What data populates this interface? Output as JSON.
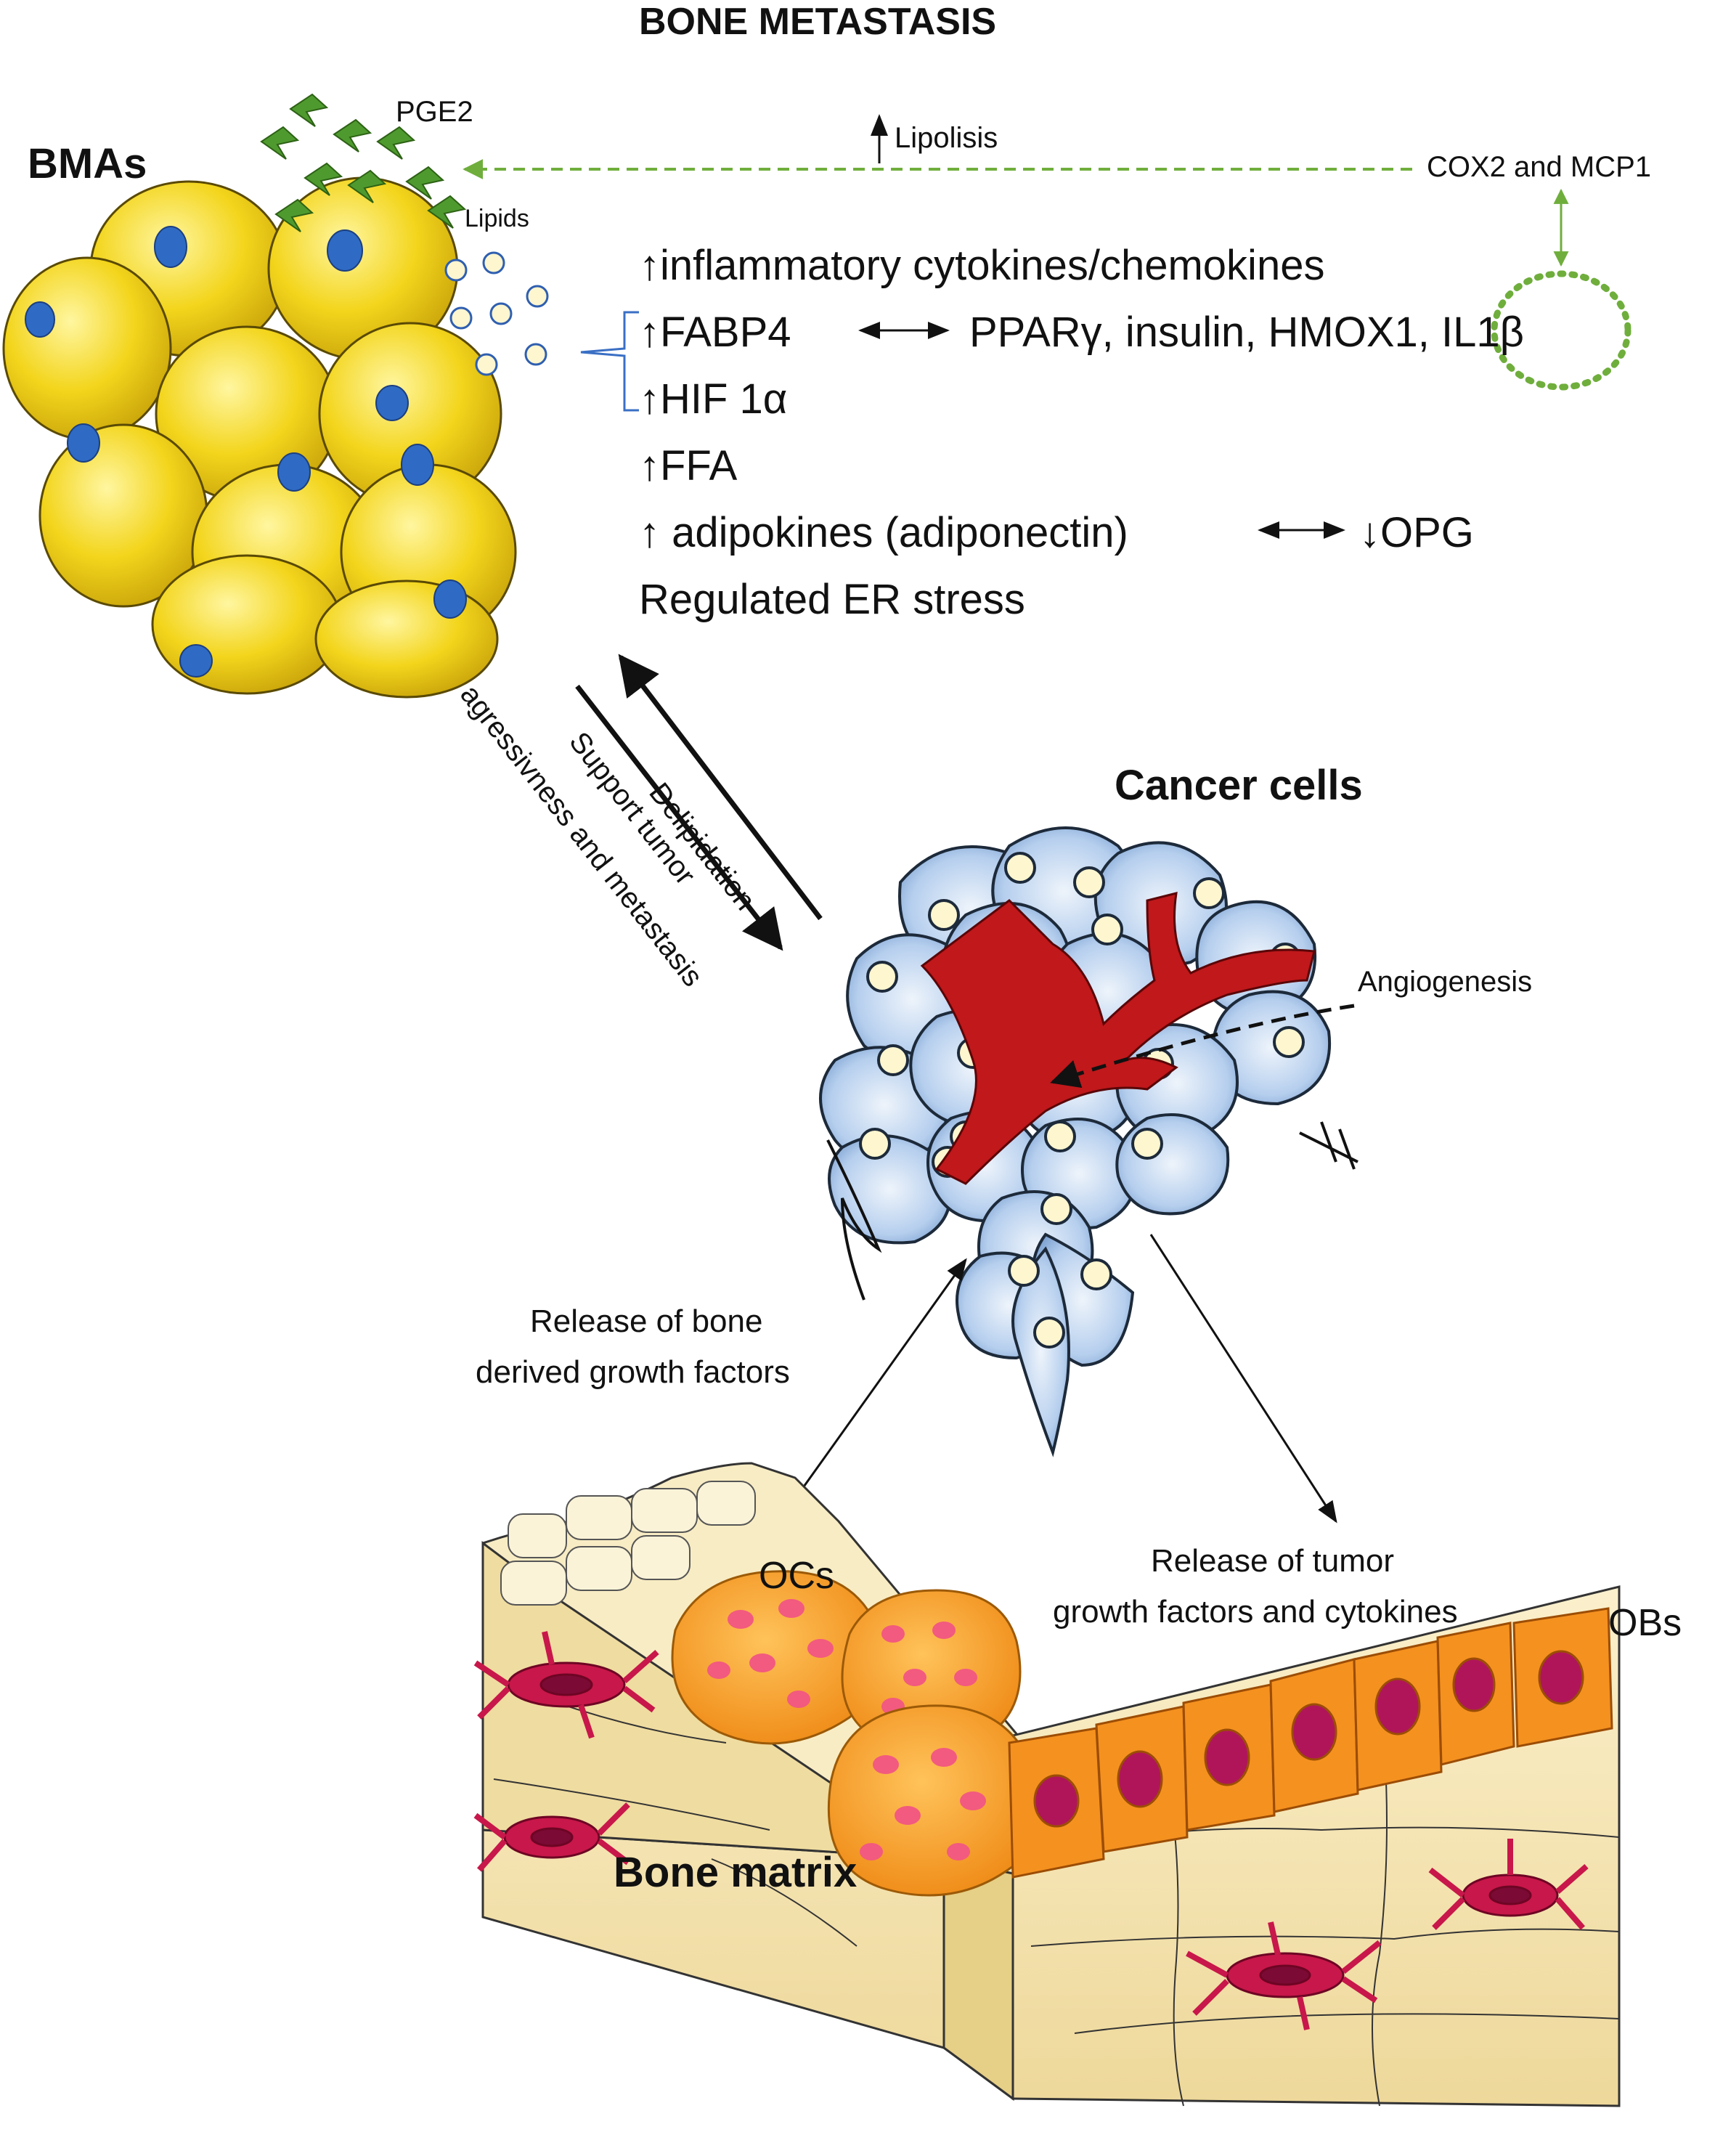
{
  "title": "BONE METASTASIS",
  "bmas_label": "BMAs",
  "pge2_label": "PGE2",
  "lipids_label": "Lipids",
  "lipolisis_label": "Lipolisis",
  "cox2_label": "COX2 and MCP1",
  "effects": [
    "↑inflammatory cytokines/chemokines",
    "↑FABP4",
    "↑HIF 1α",
    "↑FFA",
    "↑ adipokines (adiponectin)",
    "Regulated ER stress"
  ],
  "fabp4_partners": "PPARγ, insulin, HMOX1, IL1β",
  "opg_label": "↓OPG",
  "delipidation_label": "Delipidation",
  "support_label_line1": "Support tumor",
  "support_label_line2": "agressivness and metastasis",
  "cancer_cells_label": "Cancer cells",
  "angiogenesis_label": "Angiogenesis",
  "release_bone_line1": "Release of bone",
  "release_bone_line2": "derived growth factors",
  "release_tumor_line1": "Release of tumor",
  "release_tumor_line2": "growth factors and cytokines",
  "ocs_label": "OCs",
  "obs_label": "OBs",
  "bone_matrix_label": "Bone matrix",
  "colors": {
    "adipocyte": "#f2d21b",
    "nucleus_blue": "#2f6bc4",
    "cancer_cell": "#a9c6e8",
    "vessel": "#c0181b",
    "green_dashed": "#6fae3c",
    "osteoclast": "#f5a028",
    "osteoblast": "#f58a1f",
    "osteocyte": "#c8174a",
    "bone": "#f6e7b8"
  }
}
